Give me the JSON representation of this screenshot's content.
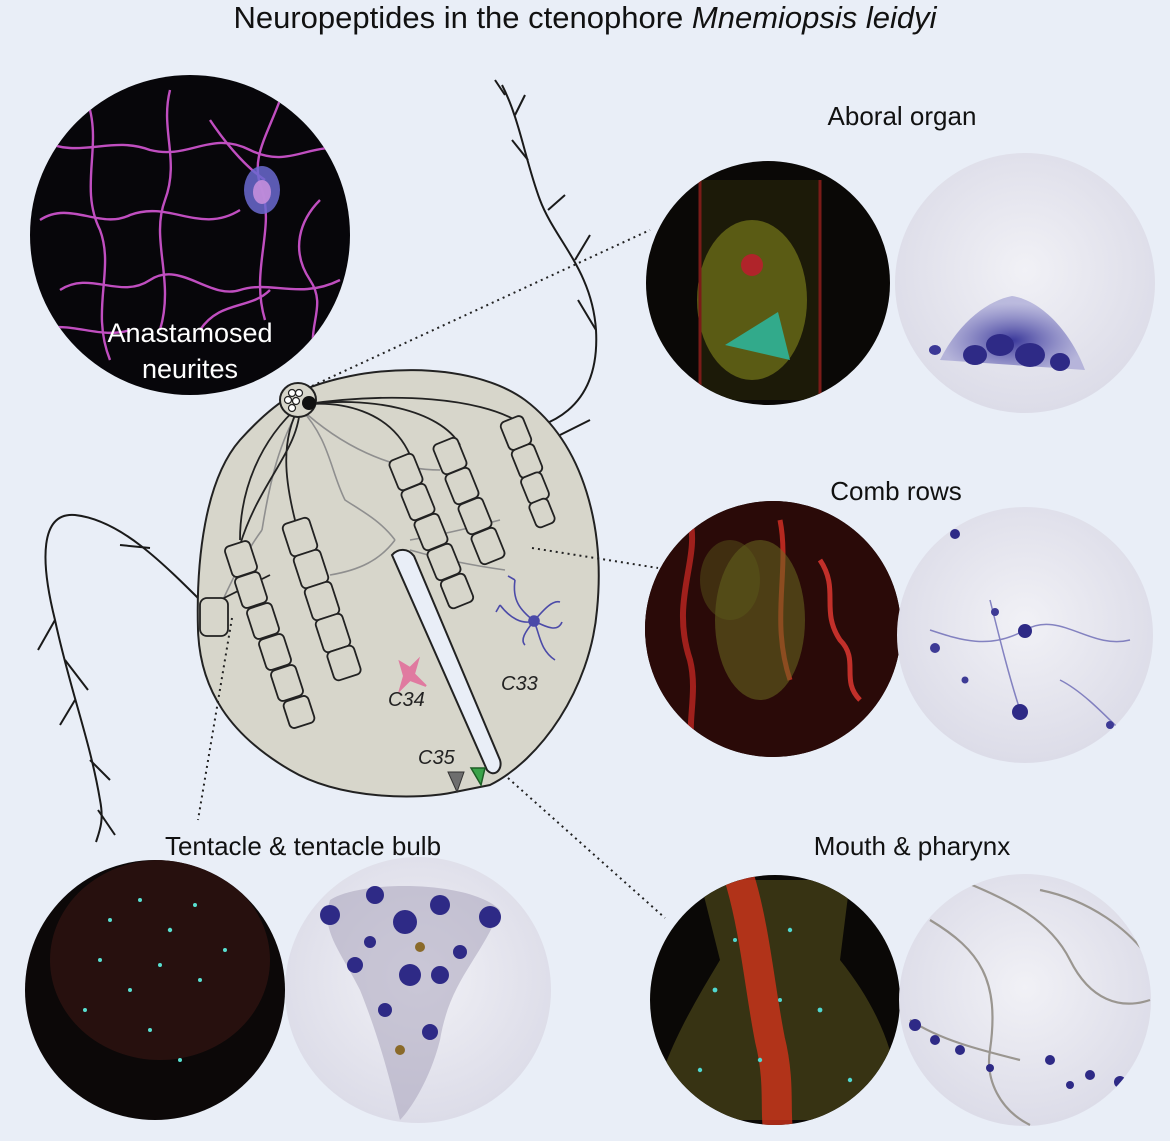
{
  "title": {
    "prefix": "Neuropeptides in the ctenophore ",
    "species": "Mnemiopsis leidyi"
  },
  "panels": {
    "neurites_label_line1": "Anastamosed",
    "neurites_label_line2": "neurites",
    "aboral_organ": "Aboral organ",
    "comb_rows": "Comb rows",
    "tentacle": "Tentacle & tentacle bulb",
    "mouth": "Mouth & pharynx"
  },
  "cell_types": {
    "c33": "C33",
    "c34": "C34",
    "c35": "C35"
  },
  "colors": {
    "background": "#e9eef7",
    "body_fill": "#d7d6cb",
    "c33_neuron": "#4b4aa8",
    "c34_neuron": "#e07aa0",
    "c35_gray": "#6e6e6e",
    "c35_green": "#3aa34a",
    "confocal_bg": "#0a0806",
    "insitu_bg": "#e6e6ef",
    "insitu_stain": "#2e2a86"
  }
}
